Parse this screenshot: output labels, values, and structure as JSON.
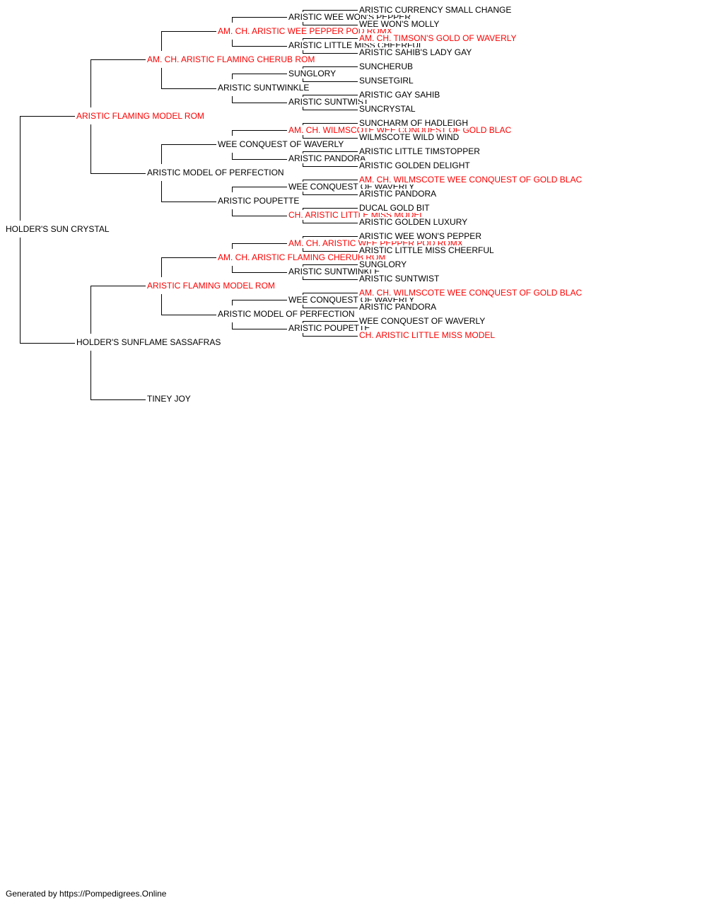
{
  "colors": {
    "champion": "#ff0000",
    "normal": "#000000",
    "line": "#000000"
  },
  "footer": "Generated by https://Pompedigrees.Online",
  "pedigree": {
    "name": "HOLDER'S SUN CRYSTAL",
    "champ": false,
    "sire": {
      "name": "ARISTIC FLAMING MODEL ROM",
      "champ": true,
      "sire": {
        "name": "AM. CH. ARISTIC FLAMING CHERUB ROM",
        "champ": true,
        "sire": {
          "name": "AM. CH. ARISTIC WEE PEPPER POD ROMX",
          "champ": true,
          "sire": {
            "name": "ARISTIC WEE WON'S PEPPER",
            "champ": false,
            "sire": {
              "name": "ARISTIC CURRENCY SMALL CHANGE",
              "champ": false
            },
            "dam": {
              "name": "WEE WON'S MOLLY",
              "champ": false
            }
          },
          "dam": {
            "name": "ARISTIC LITTLE MISS CHEERFUL",
            "champ": false,
            "sire": {
              "name": "AM. CH. TIMSON'S GOLD OF WAVERLY",
              "champ": true
            },
            "dam": {
              "name": "ARISTIC SAHIB'S LADY GAY",
              "champ": false
            }
          }
        },
        "dam": {
          "name": "ARISTIC SUNTWINKLE",
          "champ": false,
          "sire": {
            "name": "SUNGLORY",
            "champ": false,
            "sire": {
              "name": "SUNCHERUB",
              "champ": false
            },
            "dam": {
              "name": "SUNSETGIRL",
              "champ": false
            }
          },
          "dam": {
            "name": "ARISTIC SUNTWIST",
            "champ": false,
            "sire": {
              "name": "ARISTIC GAY SAHIB",
              "champ": false
            },
            "dam": {
              "name": "SUNCRYSTAL",
              "champ": false
            }
          }
        }
      },
      "dam": {
        "name": "ARISTIC MODEL OF PERFECTION",
        "champ": false,
        "sire": {
          "name": "WEE CONQUEST OF WAVERLY",
          "champ": false,
          "sire": {
            "name": "AM. CH. WILMSCOTE WEE CONQUEST OF GOLD BLAC",
            "champ": true,
            "sire": {
              "name": "SUNCHARM OF HADLEIGH",
              "champ": false
            },
            "dam": {
              "name": "WILMSCOTE WILD WIND",
              "champ": false
            }
          },
          "dam": {
            "name": "ARISTIC PANDORA",
            "champ": false,
            "sire": {
              "name": "ARISTIC LITTLE TIMSTOPPER",
              "champ": false
            },
            "dam": {
              "name": "ARISTIC GOLDEN DELIGHT",
              "champ": false
            }
          }
        },
        "dam": {
          "name": "ARISTIC POUPETTE",
          "champ": false,
          "sire": {
            "name": "WEE CONQUEST OF WAVERLY",
            "champ": false,
            "sire": {
              "name": "AM. CH. WILMSCOTE WEE CONQUEST OF GOLD BLAC",
              "champ": true
            },
            "dam": {
              "name": "ARISTIC PANDORA",
              "champ": false
            }
          },
          "dam": {
            "name": "CH. ARISTIC LITTLE MISS MODEL",
            "champ": true,
            "sire": {
              "name": "DUCAL GOLD BIT",
              "champ": false
            },
            "dam": {
              "name": "ARISTIC GOLDEN LUXURY",
              "champ": false
            }
          }
        }
      }
    },
    "dam": {
      "name": "HOLDER'S SUNFLAME SASSAFRAS",
      "champ": false,
      "sire": {
        "name": "ARISTIC FLAMING MODEL ROM",
        "champ": true,
        "sire": {
          "name": "AM. CH. ARISTIC FLAMING CHERUB ROM",
          "champ": true,
          "sire": {
            "name": "AM. CH. ARISTIC WEE PEPPER POD ROMX",
            "champ": true,
            "sire": {
              "name": "ARISTIC WEE WON'S PEPPER",
              "champ": false
            },
            "dam": {
              "name": "ARISTIC LITTLE MISS CHEERFUL",
              "champ": false
            }
          },
          "dam": {
            "name": "ARISTIC SUNTWINKLE",
            "champ": false,
            "sire": {
              "name": "SUNGLORY",
              "champ": false
            },
            "dam": {
              "name": "ARISTIC SUNTWIST",
              "champ": false
            }
          }
        },
        "dam": {
          "name": "ARISTIC MODEL OF PERFECTION",
          "champ": false,
          "sire": {
            "name": "WEE CONQUEST OF WAVERLY",
            "champ": false,
            "sire": {
              "name": "AM. CH. WILMSCOTE WEE CONQUEST OF GOLD BLAC",
              "champ": true
            },
            "dam": {
              "name": "ARISTIC PANDORA",
              "champ": false
            }
          },
          "dam": {
            "name": "ARISTIC POUPETTE",
            "champ": false,
            "sire": {
              "name": "WEE CONQUEST OF WAVERLY",
              "champ": false
            },
            "dam": {
              "name": "CH. ARISTIC LITTLE MISS MODEL",
              "champ": true
            }
          }
        }
      },
      "dam": {
        "name": "TINEY JOY",
        "champ": false
      }
    }
  }
}
